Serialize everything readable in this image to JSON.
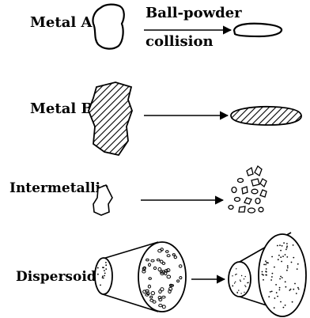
{
  "labels": {
    "metal_a": "Metal A",
    "metal_b": "Metal B",
    "intermetallic": "Intermetallic",
    "dispersoid": "Dispersoid",
    "process_line1": "Ball-powder",
    "process_line2": "collision"
  },
  "colors": {
    "ink": "#000000",
    "background": "#ffffff"
  }
}
